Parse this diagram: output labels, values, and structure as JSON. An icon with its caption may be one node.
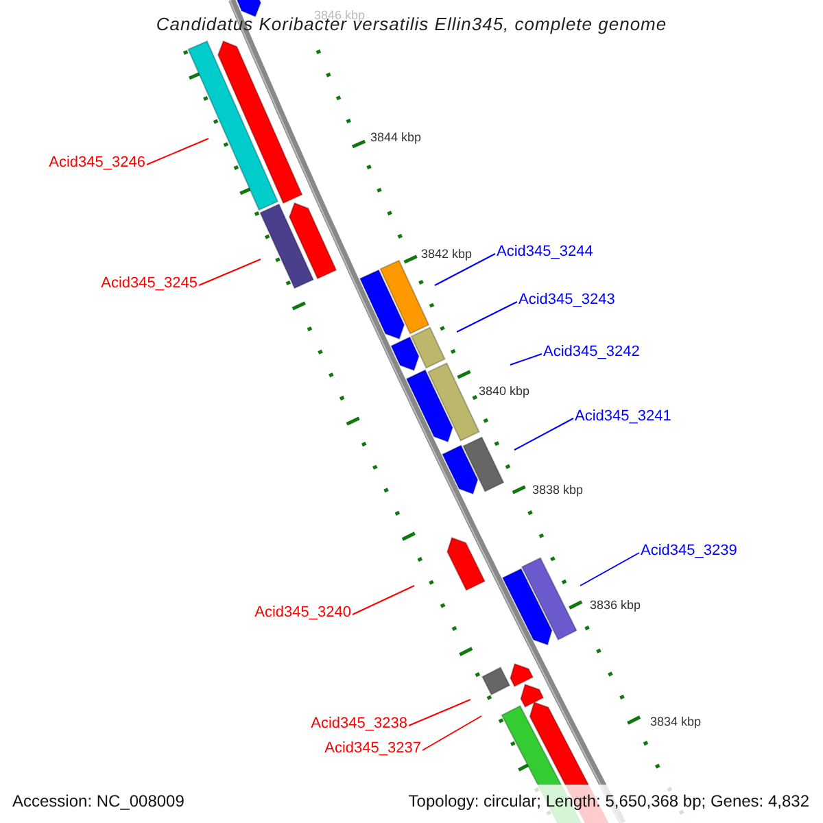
{
  "diagram": {
    "title": "Candidatus Koribacter versatilis Ellin345, complete genome",
    "nodes": [
      {
        "text": [
          "Acid345_3246"
        ]
      },
      {
        "text": [
          "Acid345_3244"
        ]
      },
      {
        "text": [
          "Acid345_3245"
        ]
      },
      {
        "text": [
          "Acid345_3243"
        ]
      },
      {
        "text": [
          "Acid345_3242"
        ]
      },
      {
        "text": [
          "Acid345_3241"
        ]
      },
      {
        "text": [
          "Acid345_3239"
        ]
      },
      {
        "text": [
          "Acid345_3240"
        ]
      },
      {
        "text": [
          "Acid345_3238"
        ]
      },
      {
        "text": [
          "Acid345_3237"
        ]
      }
    ],
    "edges": [
      {
        "from": 0,
        "to": null,
        "arrow": "none",
        "color": "#ff0000"
      },
      {
        "from": 1,
        "to": null,
        "arrow": "none",
        "color": "#0000ff"
      },
      {
        "from": 2,
        "to": null,
        "arrow": "none",
        "color": "#ff0000"
      },
      {
        "from": 3,
        "to": null,
        "arrow": "none",
        "color": "#0000ff"
      },
      {
        "from": 4,
        "to": null,
        "arrow": "none",
        "color": "#0000ff"
      },
      {
        "from": 5,
        "to": null,
        "arrow": "none",
        "color": "#0000ff"
      },
      {
        "from": 6,
        "to": null,
        "arrow": "none",
        "color": "#0000ff"
      },
      {
        "from": 7,
        "to": null,
        "arrow": "none",
        "color": "#ff0000"
      },
      {
        "from": 8,
        "to": null,
        "arrow": "none",
        "color": "#ff0000"
      },
      {
        "from": 9,
        "to": null,
        "arrow": "none",
        "color": "#ff0000"
      }
    ],
    "labels": [
      "3846 kbp",
      "3844 kbp",
      "3842 kbp",
      "3840 kbp",
      "3838 kbp",
      "3836 kbp",
      "3834 kbp",
      "Accession: NC_008009",
      "Topology: circular; Length: 5,650,368 bp; Genes: 4,832"
    ]
  }
}
